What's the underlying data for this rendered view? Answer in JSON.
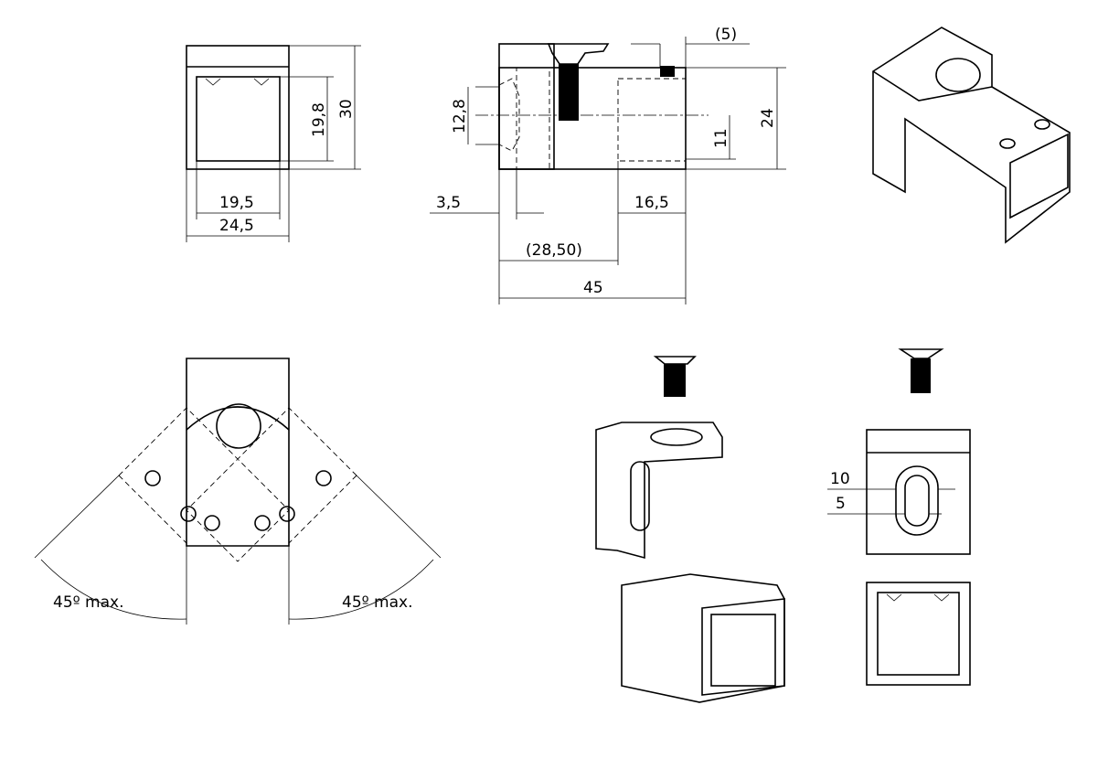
{
  "drawing": {
    "front_view": {
      "inner_width": "19,5",
      "outer_width": "24,5",
      "inner_height": "19,8",
      "outer_height": "30"
    },
    "side_view": {
      "slot_height": "12,8",
      "lip": "3,5",
      "reference_length": "(28,50)",
      "total_length": "45",
      "tube_depth": "16,5",
      "center_height": "11",
      "tube_height": "24",
      "screw_offset": "(5)"
    },
    "top_view": {
      "angle_left": "45º max.",
      "angle_right": "45º max."
    },
    "slot_view": {
      "slot_length": "10",
      "slot_width": "5"
    }
  }
}
